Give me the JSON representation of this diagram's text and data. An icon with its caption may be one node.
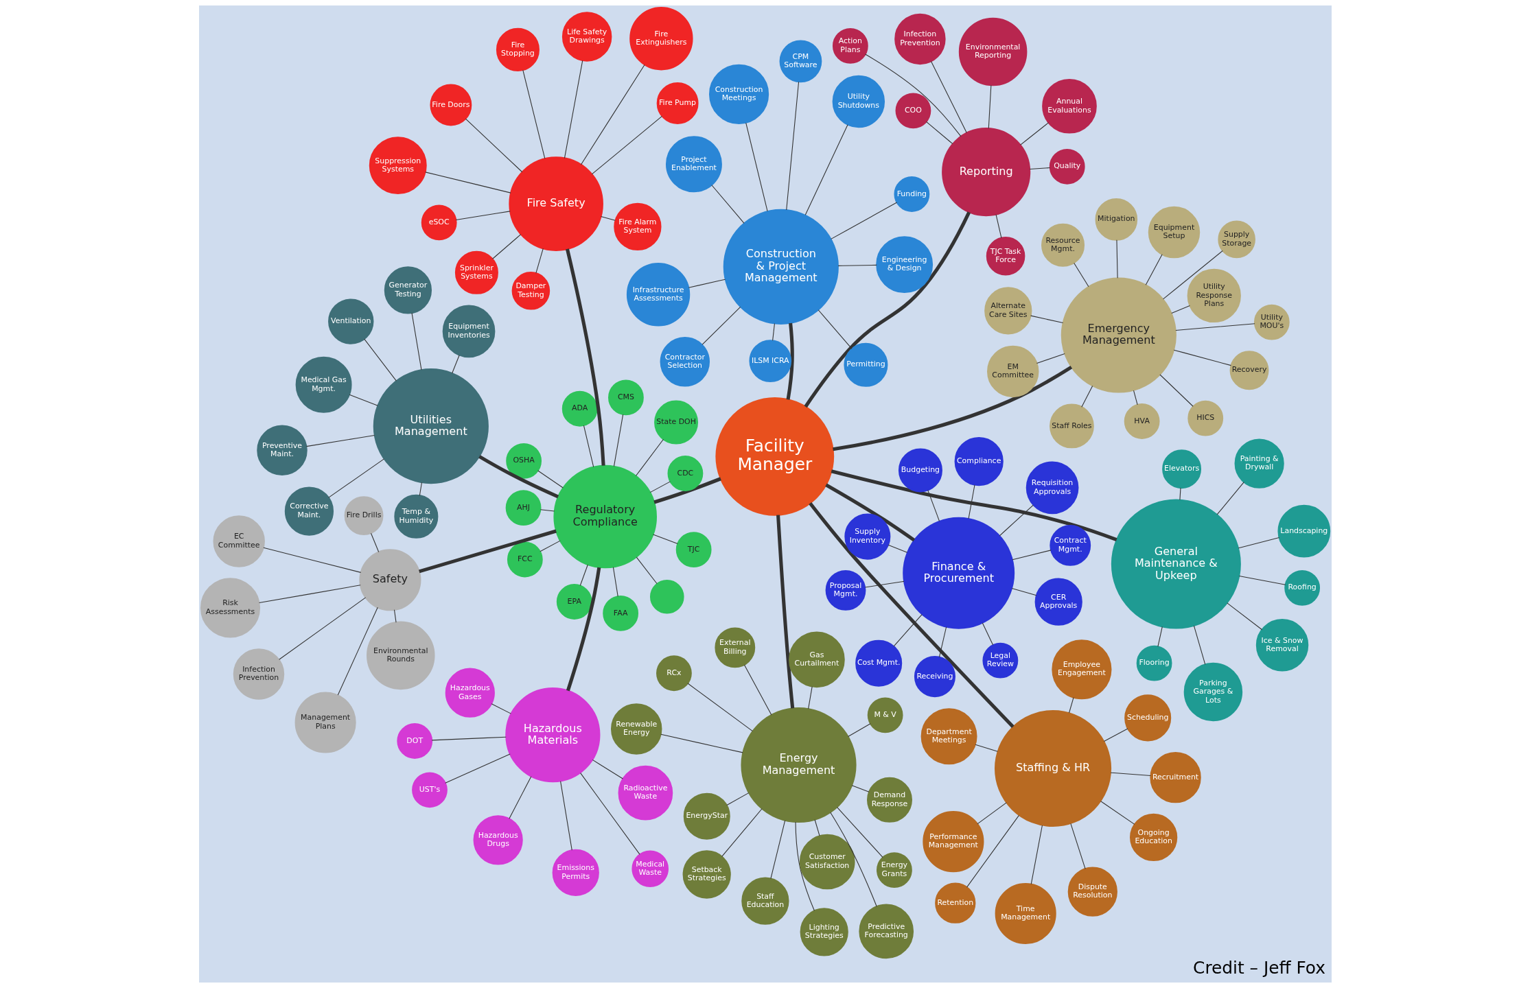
{
  "diagram": {
    "caption": "Credit – Jeff Fox",
    "nodes": [
      {
        "text": [
          "Facility Manager"
        ]
      },
      {
        "text": [
          "Regulatory Compliance"
        ]
      },
      {
        "text": [],
        "shape": "circle"
      },
      {
        "text": [
          "OSHA"
        ]
      },
      {
        "text": [
          "FCC"
        ]
      },
      {
        "text": [
          "CDC"
        ]
      },
      {
        "text": [
          "CMS"
        ]
      },
      {
        "text": [
          "EPA"
        ]
      },
      {
        "text": [
          "FAA"
        ]
      },
      {
        "text": [
          "ADA"
        ]
      },
      {
        "text": [
          "State DOH"
        ]
      },
      {
        "text": [
          "TJC"
        ]
      },
      {
        "text": [
          "AHJ"
        ]
      },
      {
        "text": [
          "Safety"
        ]
      },
      {
        "text": [
          "Risk Assessments"
        ]
      },
      {
        "text": [
          "EC Committee"
        ]
      },
      {
        "text": [
          "Management Plans"
        ]
      },
      {
        "text": [
          "Infection Prevention"
        ]
      },
      {
        "text": [
          "Environmental Rounds"
        ]
      },
      {
        "text": [
          "Fire Drills"
        ]
      },
      {
        "text": [
          "Hazardous Materials"
        ]
      },
      {
        "text": [
          "Radioactive Waste"
        ]
      },
      {
        "text": [
          "Medical Waste"
        ]
      },
      {
        "text": [
          "Emissions Permits"
        ]
      },
      {
        "text": [
          "UST's"
        ]
      },
      {
        "text": [
          "DOT"
        ]
      },
      {
        "text": [
          "Hazardous Drugs"
        ]
      },
      {
        "text": [
          "Hazardous Gases"
        ]
      },
      {
        "text": [
          "Utilities Management"
        ]
      },
      {
        "text": [
          "Temp & Humidity"
        ]
      },
      {
        "text": [
          "Medical Gas Mgmt."
        ]
      },
      {
        "text": [
          "Ventilation"
        ]
      },
      {
        "text": [
          "Generator Testing"
        ]
      },
      {
        "text": [
          "Preventive Maint."
        ]
      },
      {
        "text": [
          "Corrective Maint."
        ]
      },
      {
        "text": [
          "Equipment Inventories"
        ]
      },
      {
        "text": [
          "Fire Safety"
        ]
      },
      {
        "text": [
          "Life Safety Drawings"
        ]
      },
      {
        "text": [
          "Fire Pump"
        ]
      },
      {
        "text": [
          "eSOC"
        ]
      },
      {
        "text": [
          "Fire Doors"
        ]
      },
      {
        "text": [
          "Damper Testing"
        ]
      },
      {
        "text": [
          "Fire Alarm System"
        ]
      },
      {
        "text": [
          "Fire Stopping"
        ]
      },
      {
        "text": [
          "Sprinkler Systems"
        ]
      },
      {
        "text": [
          "Fire Extinguishers"
        ]
      },
      {
        "text": [
          "Suppression Systems"
        ]
      },
      {
        "text": [
          "Energy Management"
        ]
      },
      {
        "text": [
          "Renewable Energy"
        ]
      },
      {
        "text": [
          "Lighting Strategies"
        ]
      },
      {
        "text": [
          "Setback Strategies"
        ]
      },
      {
        "text": [
          "Energy Grants"
        ]
      },
      {
        "text": [
          "M & V"
        ]
      },
      {
        "text": [
          "RCx"
        ]
      },
      {
        "text": [
          "Gas Curtailment"
        ]
      },
      {
        "text": [
          "Customer Satisfaction"
        ]
      },
      {
        "text": [
          "Staff Education"
        ]
      },
      {
        "text": [
          "External Billing"
        ]
      },
      {
        "text": [
          "Demand Response"
        ]
      },
      {
        "text": [
          "Predictive Forecasting"
        ]
      },
      {
        "text": [
          "EnergyStar"
        ]
      },
      {
        "text": [
          "Construction & Project Management"
        ]
      },
      {
        "text": [
          "Engineering & Design"
        ]
      },
      {
        "text": [
          "Construction Meetings"
        ]
      },
      {
        "text": [
          "ILSM ICRA"
        ]
      },
      {
        "text": [
          "Permitting"
        ]
      },
      {
        "text": [
          "Contractor Selection"
        ]
      },
      {
        "text": [
          "Utility Shutdowns"
        ]
      },
      {
        "text": [
          "Infrastructure Assessments"
        ]
      },
      {
        "text": [
          "CPM Software"
        ]
      },
      {
        "text": [
          "Funding"
        ]
      },
      {
        "text": [
          "Project Enablement"
        ]
      },
      {
        "text": [
          "General Maintenance & Upkeep"
        ]
      },
      {
        "text": [
          "Painting & Drywall"
        ]
      },
      {
        "text": [
          "Roofing"
        ]
      },
      {
        "text": [
          "Flooring"
        ]
      },
      {
        "text": [
          "Ice & Snow Removal"
        ]
      },
      {
        "text": [
          "Elevators"
        ]
      },
      {
        "text": [
          "Landscaping"
        ]
      },
      {
        "text": [
          "Parking Garages & Lots"
        ]
      },
      {
        "text": [
          "Emergency Management"
        ]
      },
      {
        "text": [
          "Staff Roles"
        ]
      },
      {
        "text": [
          "Supply Storage"
        ]
      },
      {
        "text": [
          "Alternate Care Sites"
        ]
      },
      {
        "text": [
          "Equipment Setup"
        ]
      },
      {
        "text": [
          "Mitigation"
        ]
      },
      {
        "text": [
          "Recovery"
        ]
      },
      {
        "text": [
          "HVA"
        ]
      },
      {
        "text": [
          "Resource Mgmt."
        ]
      },
      {
        "text": [
          "Utility MOU's"
        ]
      },
      {
        "text": [
          "EM Committee"
        ]
      },
      {
        "text": [
          "HICS"
        ]
      },
      {
        "text": [
          "Utility Response Plans"
        ]
      },
      {
        "text": [
          "Finance & Procurement"
        ]
      },
      {
        "text": [
          "Compliance"
        ]
      },
      {
        "text": [
          "Proposal Mgmt."
        ]
      },
      {
        "text": [
          "Supply Inventory"
        ]
      },
      {
        "text": [
          "Contract Mgmt."
        ]
      },
      {
        "text": [
          "Legal Review"
        ]
      },
      {
        "text": [
          "Requisition Approvals"
        ]
      },
      {
        "text": [
          "Receiving"
        ]
      },
      {
        "text": [
          "CER Approvals"
        ]
      },
      {
        "text": [
          "Cost Mgmt."
        ]
      },
      {
        "text": [
          "Budgeting"
        ]
      },
      {
        "text": [
          "Staffing & HR"
        ]
      },
      {
        "text": [
          "Scheduling"
        ]
      },
      {
        "text": [
          "Dispute Resolution"
        ]
      },
      {
        "text": [
          "Recruitment"
        ]
      },
      {
        "text": [
          "Time Management"
        ]
      },
      {
        "text": [
          "Retention"
        ]
      },
      {
        "text": [
          "Employee Engagement"
        ]
      },
      {
        "text": [
          "Department Meetings"
        ]
      },
      {
        "text": [
          "Ongoing Education"
        ]
      },
      {
        "text": [
          "Performance Management"
        ]
      },
      {
        "text": [
          "Reporting"
        ]
      },
      {
        "text": [
          "Quality"
        ]
      },
      {
        "text": [
          "Infection Prevention"
        ]
      },
      {
        "text": [
          "TJC Task Force"
        ]
      },
      {
        "text": [
          "Annual Evaluations"
        ]
      },
      {
        "text": [
          "Action Plans"
        ]
      },
      {
        "text": [
          "Environmental Reporting"
        ]
      },
      {
        "text": [
          "COO"
        ]
      }
    ],
    "edges": [
      {
        "from": 0,
        "to": 1,
        "arrow": "none",
        "style": "thick"
      },
      {
        "from": 1,
        "to": 2,
        "arrow": "none"
      },
      {
        "from": 1,
        "to": 3,
        "arrow": "none"
      },
      {
        "from": 1,
        "to": 4,
        "arrow": "none"
      },
      {
        "from": 1,
        "to": 5,
        "arrow": "none"
      },
      {
        "from": 1,
        "to": 6,
        "arrow": "none"
      },
      {
        "from": 1,
        "to": 7,
        "arrow": "none"
      },
      {
        "from": 1,
        "to": 8,
        "arrow": "none"
      },
      {
        "from": 1,
        "to": 9,
        "arrow": "none"
      },
      {
        "from": 1,
        "to": 10,
        "arrow": "none"
      },
      {
        "from": 1,
        "to": 11,
        "arrow": "none"
      },
      {
        "from": 1,
        "to": 12,
        "arrow": "none"
      },
      {
        "from": 1,
        "to": 13,
        "arrow": "none",
        "style": "thick"
      },
      {
        "from": 13,
        "to": 14,
        "arrow": "none"
      },
      {
        "from": 13,
        "to": 15,
        "arrow": "none"
      },
      {
        "from": 13,
        "to": 16,
        "arrow": "none"
      },
      {
        "from": 13,
        "to": 17,
        "arrow": "none"
      },
      {
        "from": 13,
        "to": 18,
        "arrow": "none"
      },
      {
        "from": 13,
        "to": 19,
        "arrow": "none"
      },
      {
        "from": 1,
        "to": 20,
        "arrow": "none",
        "style": "thick"
      },
      {
        "from": 20,
        "to": 21,
        "arrow": "none"
      },
      {
        "from": 20,
        "to": 22,
        "arrow": "none"
      },
      {
        "from": 20,
        "to": 23,
        "arrow": "none"
      },
      {
        "from": 20,
        "to": 24,
        "arrow": "none"
      },
      {
        "from": 20,
        "to": 25,
        "arrow": "none"
      },
      {
        "from": 20,
        "to": 26,
        "arrow": "none"
      },
      {
        "from": 20,
        "to": 27,
        "arrow": "none"
      },
      {
        "from": 1,
        "to": 28,
        "arrow": "none",
        "style": "thick"
      },
      {
        "from": 28,
        "to": 29,
        "arrow": "none"
      },
      {
        "from": 28,
        "to": 30,
        "arrow": "none"
      },
      {
        "from": 28,
        "to": 31,
        "arrow": "none"
      },
      {
        "from": 28,
        "to": 32,
        "arrow": "none"
      },
      {
        "from": 28,
        "to": 33,
        "arrow": "none"
      },
      {
        "from": 28,
        "to": 34,
        "arrow": "none"
      },
      {
        "from": 28,
        "to": 35,
        "arrow": "none"
      },
      {
        "from": 1,
        "to": 36,
        "arrow": "none",
        "style": "thick"
      },
      {
        "from": 36,
        "to": 37,
        "arrow": "none"
      },
      {
        "from": 36,
        "to": 38,
        "arrow": "none"
      },
      {
        "from": 36,
        "to": 39,
        "arrow": "none"
      },
      {
        "from": 36,
        "to": 40,
        "arrow": "none"
      },
      {
        "from": 36,
        "to": 41,
        "arrow": "none"
      },
      {
        "from": 36,
        "to": 42,
        "arrow": "none"
      },
      {
        "from": 36,
        "to": 43,
        "arrow": "none"
      },
      {
        "from": 36,
        "to": 44,
        "arrow": "none"
      },
      {
        "from": 36,
        "to": 45,
        "arrow": "none"
      },
      {
        "from": 36,
        "to": 46,
        "arrow": "none"
      },
      {
        "from": 0,
        "to": 47,
        "arrow": "none",
        "style": "thick"
      },
      {
        "from": 47,
        "to": 48,
        "arrow": "none"
      },
      {
        "from": 47,
        "to": 49,
        "arrow": "none"
      },
      {
        "from": 47,
        "to": 50,
        "arrow": "none"
      },
      {
        "from": 47,
        "to": 51,
        "arrow": "none"
      },
      {
        "from": 47,
        "to": 52,
        "arrow": "none"
      },
      {
        "from": 47,
        "to": 53,
        "arrow": "none"
      },
      {
        "from": 47,
        "to": 54,
        "arrow": "none"
      },
      {
        "from": 47,
        "to": 55,
        "arrow": "none"
      },
      {
        "from": 47,
        "to": 56,
        "arrow": "none"
      },
      {
        "from": 47,
        "to": 57,
        "arrow": "none"
      },
      {
        "from": 47,
        "to": 58,
        "arrow": "none"
      },
      {
        "from": 47,
        "to": 59,
        "arrow": "none"
      },
      {
        "from": 47,
        "to": 60,
        "arrow": "none"
      },
      {
        "from": 0,
        "to": 61,
        "arrow": "none",
        "style": "thick"
      },
      {
        "from": 61,
        "to": 62,
        "arrow": "none"
      },
      {
        "from": 61,
        "to": 63,
        "arrow": "none"
      },
      {
        "from": 61,
        "to": 64,
        "arrow": "none"
      },
      {
        "from": 61,
        "to": 65,
        "arrow": "none"
      },
      {
        "from": 61,
        "to": 66,
        "arrow": "none"
      },
      {
        "from": 61,
        "to": 67,
        "arrow": "none"
      },
      {
        "from": 61,
        "to": 68,
        "arrow": "none"
      },
      {
        "from": 61,
        "to": 69,
        "arrow": "none"
      },
      {
        "from": 61,
        "to": 70,
        "arrow": "none"
      },
      {
        "from": 61,
        "to": 71,
        "arrow": "none"
      },
      {
        "from": 0,
        "to": 72,
        "arrow": "none",
        "style": "thick"
      },
      {
        "from": 72,
        "to": 73,
        "arrow": "none"
      },
      {
        "from": 72,
        "to": 74,
        "arrow": "none"
      },
      {
        "from": 72,
        "to": 75,
        "arrow": "none"
      },
      {
        "from": 72,
        "to": 76,
        "arrow": "none"
      },
      {
        "from": 72,
        "to": 77,
        "arrow": "none"
      },
      {
        "from": 72,
        "to": 78,
        "arrow": "none"
      },
      {
        "from": 72,
        "to": 79,
        "arrow": "none"
      },
      {
        "from": 0,
        "to": 80,
        "arrow": "none",
        "style": "thick"
      },
      {
        "from": 80,
        "to": 81,
        "arrow": "none"
      },
      {
        "from": 80,
        "to": 82,
        "arrow": "none"
      },
      {
        "from": 80,
        "to": 83,
        "arrow": "none"
      },
      {
        "from": 80,
        "to": 84,
        "arrow": "none"
      },
      {
        "from": 80,
        "to": 85,
        "arrow": "none"
      },
      {
        "from": 80,
        "to": 86,
        "arrow": "none"
      },
      {
        "from": 80,
        "to": 87,
        "arrow": "none"
      },
      {
        "from": 80,
        "to": 88,
        "arrow": "none"
      },
      {
        "from": 80,
        "to": 89,
        "arrow": "none"
      },
      {
        "from": 80,
        "to": 90,
        "arrow": "none"
      },
      {
        "from": 80,
        "to": 91,
        "arrow": "none"
      },
      {
        "from": 80,
        "to": 92,
        "arrow": "none"
      },
      {
        "from": 0,
        "to": 93,
        "arrow": "none",
        "style": "thick"
      },
      {
        "from": 93,
        "to": 94,
        "arrow": "none"
      },
      {
        "from": 93,
        "to": 95,
        "arrow": "none"
      },
      {
        "from": 93,
        "to": 96,
        "arrow": "none"
      },
      {
        "from": 93,
        "to": 97,
        "arrow": "none"
      },
      {
        "from": 93,
        "to": 98,
        "arrow": "none"
      },
      {
        "from": 93,
        "to": 99,
        "arrow": "none"
      },
      {
        "from": 93,
        "to": 100,
        "arrow": "none"
      },
      {
        "from": 93,
        "to": 101,
        "arrow": "none"
      },
      {
        "from": 93,
        "to": 102,
        "arrow": "none"
      },
      {
        "from": 93,
        "to": 103,
        "arrow": "none"
      },
      {
        "from": 0,
        "to": 104,
        "arrow": "none",
        "style": "thick"
      },
      {
        "from": 104,
        "to": 105,
        "arrow": "none"
      },
      {
        "from": 104,
        "to": 106,
        "arrow": "none"
      },
      {
        "from": 104,
        "to": 107,
        "arrow": "none"
      },
      {
        "from": 104,
        "to": 108,
        "arrow": "none"
      },
      {
        "from": 104,
        "to": 109,
        "arrow": "none"
      },
      {
        "from": 104,
        "to": 110,
        "arrow": "none"
      },
      {
        "from": 104,
        "to": 111,
        "arrow": "none"
      },
      {
        "from": 104,
        "to": 112,
        "arrow": "none"
      },
      {
        "from": 104,
        "to": 113,
        "arrow": "none"
      },
      {
        "from": 0,
        "to": 114,
        "arrow": "none",
        "style": "thick"
      },
      {
        "from": 114,
        "to": 115,
        "arrow": "none"
      },
      {
        "from": 114,
        "to": 116,
        "arrow": "none"
      },
      {
        "from": 114,
        "to": 117,
        "arrow": "none"
      },
      {
        "from": 114,
        "to": 118,
        "arrow": "none"
      },
      {
        "from": 114,
        "to": 119,
        "arrow": "none"
      },
      {
        "from": 114,
        "to": 120,
        "arrow": "none"
      },
      {
        "from": 114,
        "to": 121,
        "arrow": "none"
      }
    ]
  }
}
